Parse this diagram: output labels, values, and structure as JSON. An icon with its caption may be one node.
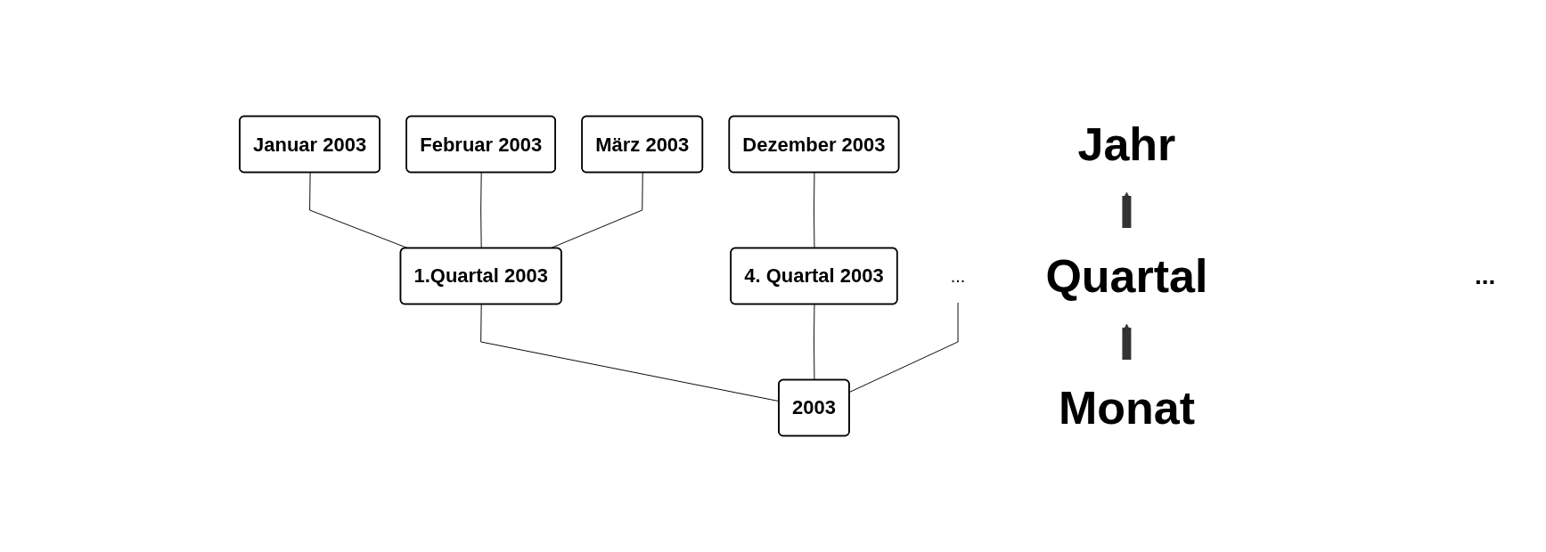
{
  "diagram": {
    "nodes": [
      {
        "text": [
          "Jahr"
        ]
      },
      {
        "text": [
          "2003"
        ]
      },
      {
        "text": [
          "Quartal"
        ]
      },
      {
        "text": [
          "1.Quartal 2003"
        ]
      },
      {
        "text": [
          "..."
        ]
      },
      {
        "text": [
          "4. Quartal 2003"
        ]
      },
      {
        "text": [
          "Januar 2003"
        ]
      },
      {
        "text": [
          "Februar 2003"
        ]
      },
      {
        "text": [
          "März 2003"
        ]
      },
      {
        "text": [
          "Dezember 2003"
        ]
      },
      {
        "text": [
          "Monat"
        ]
      }
    ],
    "edges": [
      {
        "from": 1,
        "to": 3,
        "arrow": "none"
      },
      {
        "from": 1,
        "to": 4,
        "arrow": "none"
      },
      {
        "from": 1,
        "to": 5,
        "arrow": "none"
      },
      {
        "from": 3,
        "to": 6,
        "arrow": "none"
      },
      {
        "from": 3,
        "to": 7,
        "arrow": "none"
      },
      {
        "from": 3,
        "to": 8,
        "arrow": "none"
      },
      {
        "from": 5,
        "to": 9,
        "arrow": "none"
      },
      {
        "from": 10,
        "to": 2,
        "arrow": "to",
        "style": "thick"
      },
      {
        "from": 2,
        "to": 0,
        "arrow": "to",
        "style": "thick"
      }
    ],
    "labels": [
      "..."
    ]
  }
}
